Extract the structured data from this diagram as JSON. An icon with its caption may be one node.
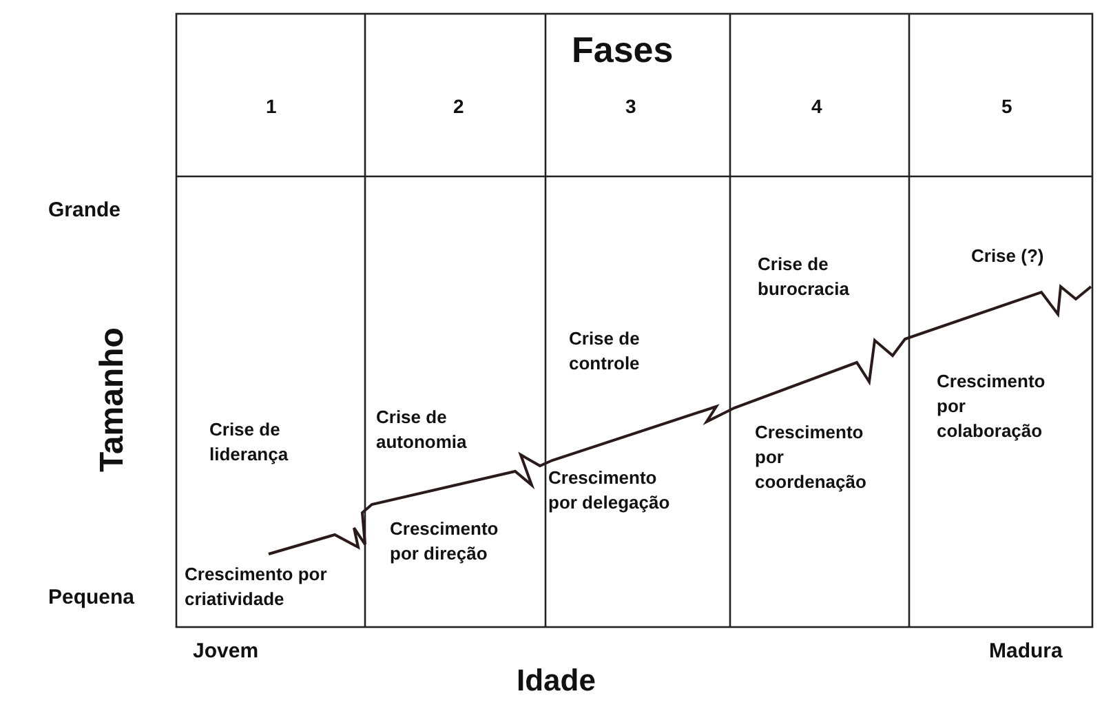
{
  "diagram": {
    "labels": [
      "Fases",
      "1",
      "2",
      "3",
      "4",
      "5",
      "Grande",
      "Crise (?)",
      "Crise de burocracia",
      "Tamanho",
      "Crise de controle",
      "Crescimento por colaboração",
      "Crise de liderança",
      "Crise de autonomia",
      "Crescimento por coordenação",
      "Crescimento por delegação",
      "Crescimento por direção",
      "Crescimento por criatividade",
      "Pequena",
      "Jovem",
      "Idade",
      "Madura"
    ]
  }
}
